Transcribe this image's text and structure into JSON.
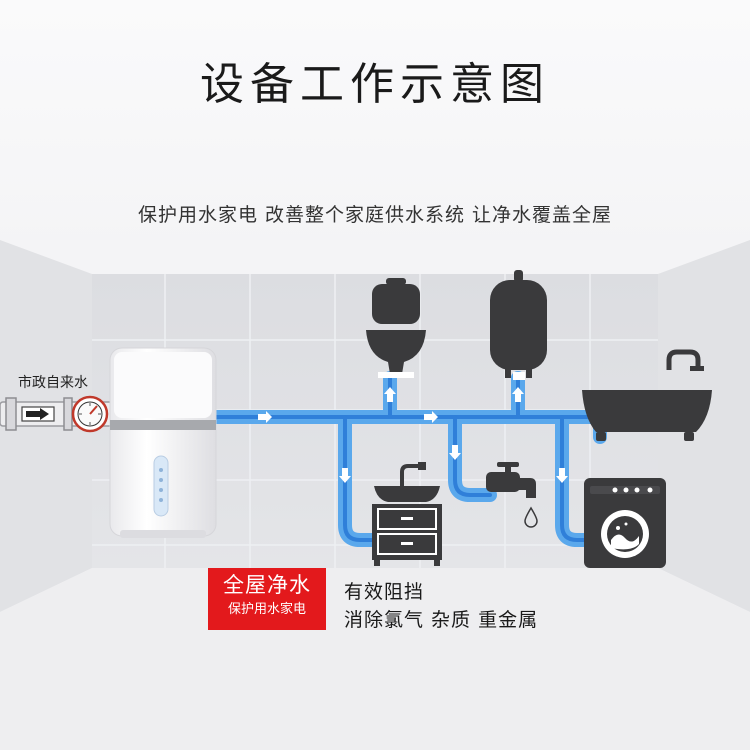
{
  "title": "设备工作示意图",
  "subtitle": "保护用水家电  改善整个家庭供水系统  让净水覆盖全屋",
  "source_label": "市政自来水",
  "badge": {
    "line1": "全屋净水",
    "line2": "保护用水家电"
  },
  "benefits": {
    "line1": "有效阻挡",
    "line2": "消除氯气  杂质  重金属"
  },
  "icons": {
    "softener": "water-softener-icon",
    "meter": "water-meter-icon",
    "toilet": "toilet-icon",
    "heater": "water-heater-icon",
    "bathtub": "bathtub-icon",
    "sink": "sink-cabinet-icon",
    "faucet": "faucet-icon",
    "washer": "washing-machine-icon"
  },
  "colors": {
    "pipe": "#5aa8ec",
    "pipe_fill": "#2f7fd9",
    "fixture": "#3a3a3c",
    "badge": "#e3191c",
    "title": "#1a1a1a"
  }
}
